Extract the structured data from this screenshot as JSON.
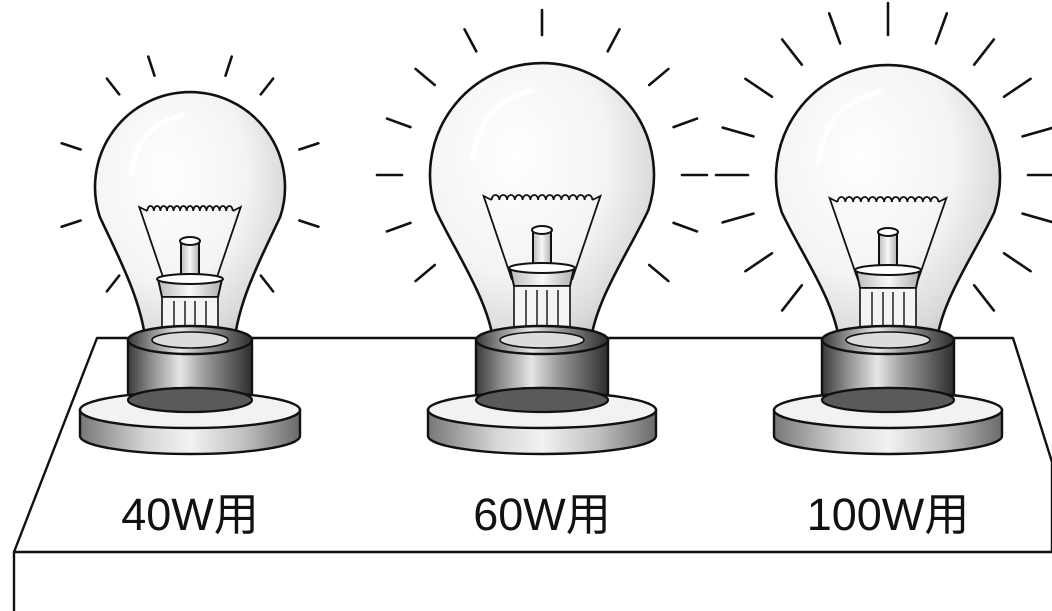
{
  "bulbs": [
    {
      "label": "40W用",
      "wattage": 40
    },
    {
      "label": "60W用",
      "wattage": 60
    },
    {
      "label": "100W用",
      "wattage": 100
    }
  ]
}
